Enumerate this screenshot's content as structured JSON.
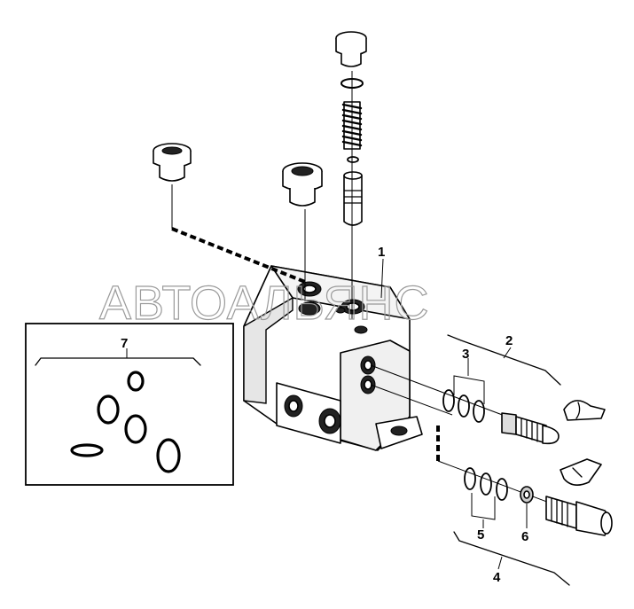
{
  "watermark": {
    "text": "АВТОАЛЬЯНС"
  },
  "callouts": {
    "c1": "1",
    "c2": "2",
    "c3": "3",
    "c4": "4",
    "c5": "5",
    "c6": "6",
    "c7": "7"
  }
}
